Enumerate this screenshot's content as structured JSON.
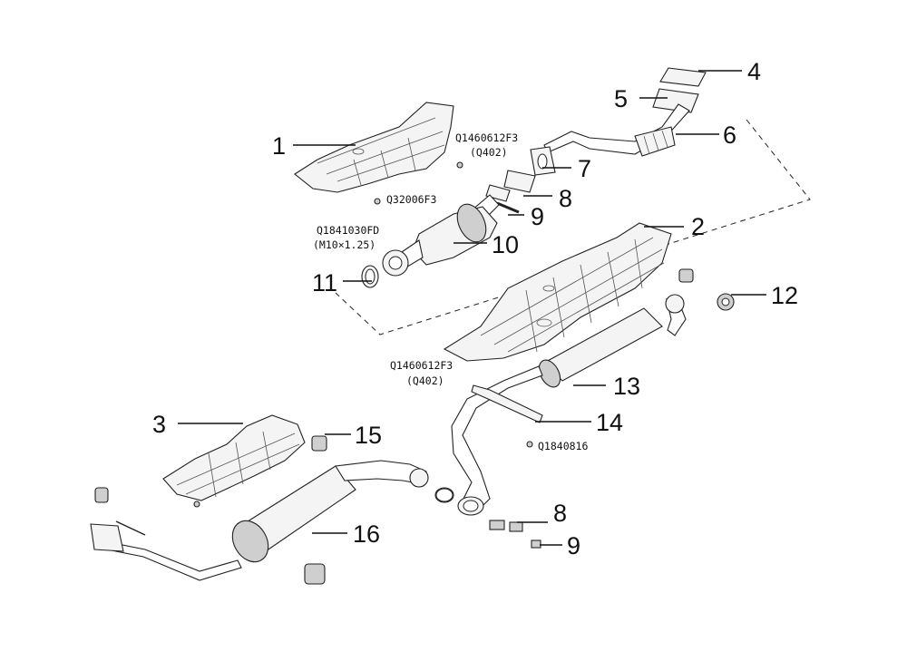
{
  "callouts": {
    "c1": "1",
    "c2": "2",
    "c3": "3",
    "c4": "4",
    "c5": "5",
    "c6": "6",
    "c7": "7",
    "c8a": "8",
    "c8b": "8",
    "c9a": "9",
    "c9b": "9",
    "c10": "10",
    "c11": "11",
    "c12": "12",
    "c13": "13",
    "c14": "14",
    "c15": "15",
    "c16": "16"
  },
  "codes": {
    "q1460612f3_a": "Q1460612F3",
    "q402_a": "(Q402)",
    "q32006f3": "Q32006F3",
    "q1841030fd": "Q1841030FD",
    "m10": "(M10×1.25)",
    "q1460612f3_b": "Q1460612F3",
    "q402_b": "(Q402)",
    "q1840816": "Q1840816"
  }
}
